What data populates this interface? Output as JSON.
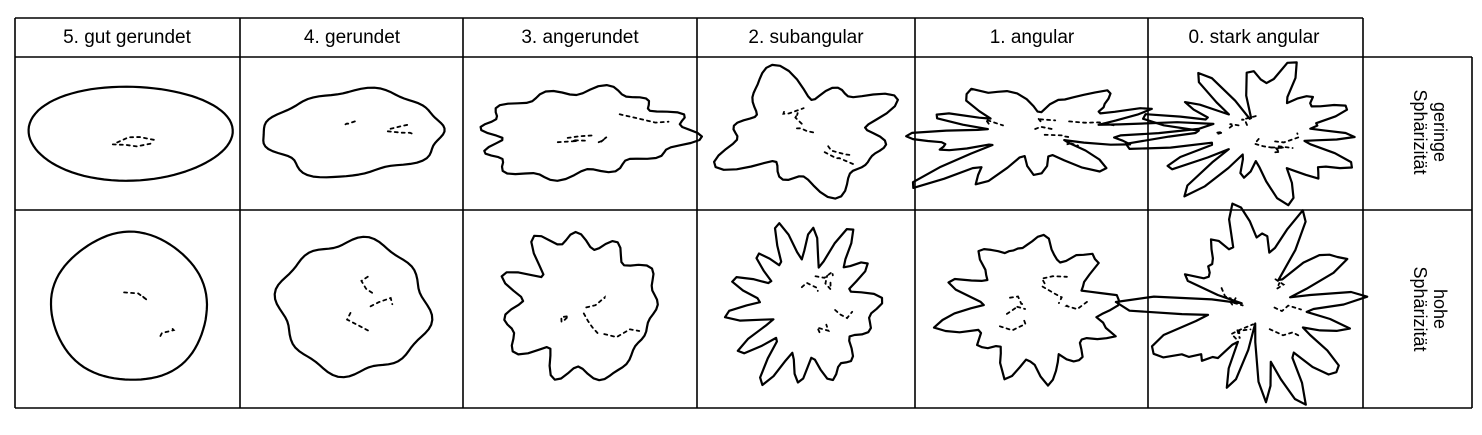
{
  "columns": [
    {
      "label": "5. gut gerundet",
      "roundness": 5
    },
    {
      "label": "4. gerundet",
      "roundness": 4
    },
    {
      "label": "3. angerundet",
      "roundness": 3
    },
    {
      "label": "2. subangular",
      "roundness": 2
    },
    {
      "label": "1. angular",
      "roundness": 1
    },
    {
      "label": "0. stark angular",
      "roundness": 0
    }
  ],
  "rows": [
    {
      "label_lines": [
        "geringe",
        "Sphärizität"
      ],
      "sphericity": "low"
    },
    {
      "label_lines": [
        "hohe",
        "Sphärizität"
      ],
      "sphericity": "high"
    }
  ]
}
